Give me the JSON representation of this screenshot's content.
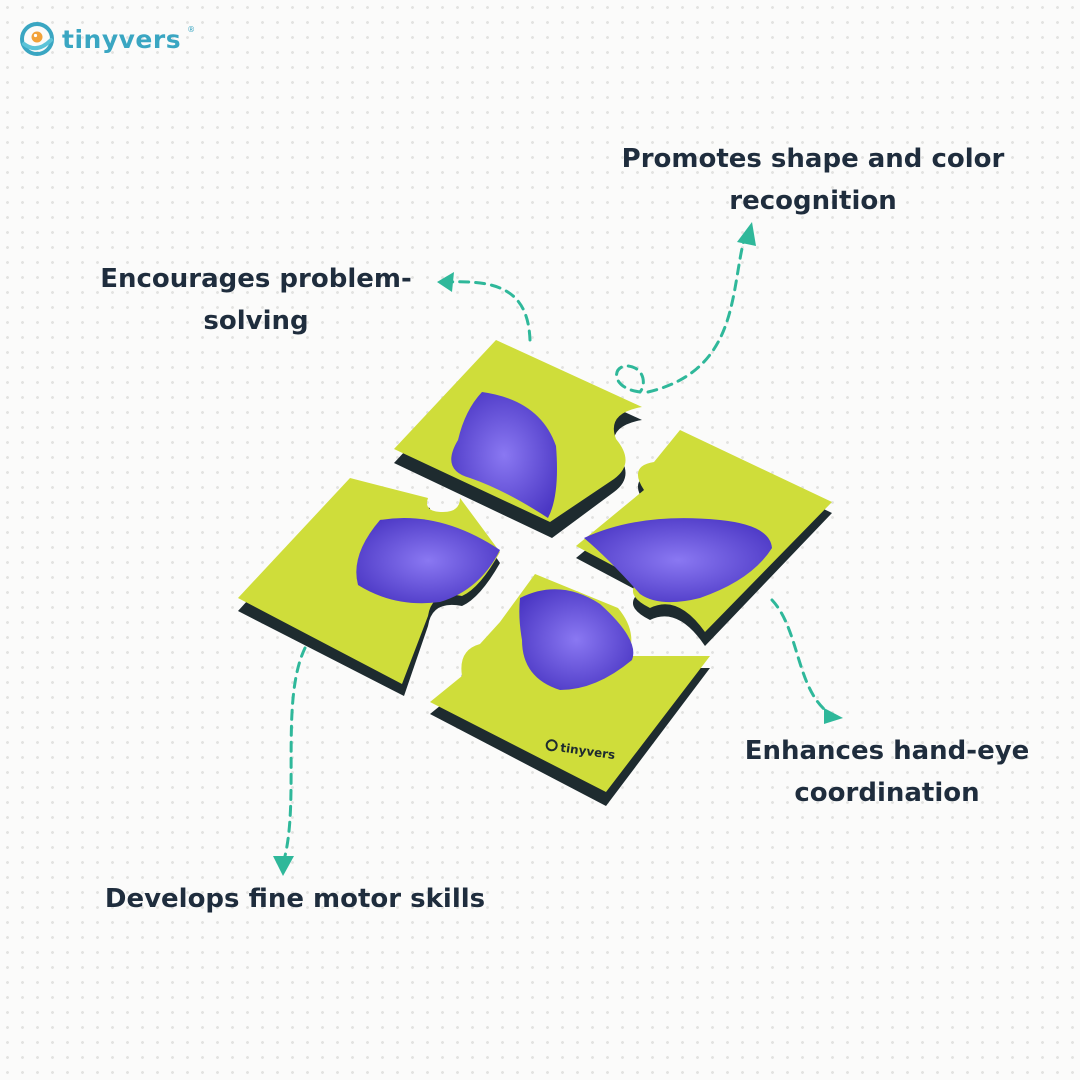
{
  "brand": {
    "name": "tinyvers",
    "registered": "®",
    "product_mark": "tinyvers"
  },
  "features": {
    "shape_color": "Promotes shape and color recognition",
    "problem_solving": "Encourages problem-solving",
    "hand_eye": "Enhances hand-eye coordination",
    "motor_skills": "Develops fine motor skills"
  },
  "colors": {
    "puzzle_piece": "#cfdd3a",
    "puzzle_edge": "#1e2b2f",
    "butterfly_wing": "#6650e6",
    "arrow": "#2fb89a",
    "heading_text": "#1f2d3d",
    "logo": "#3aa6c2"
  }
}
